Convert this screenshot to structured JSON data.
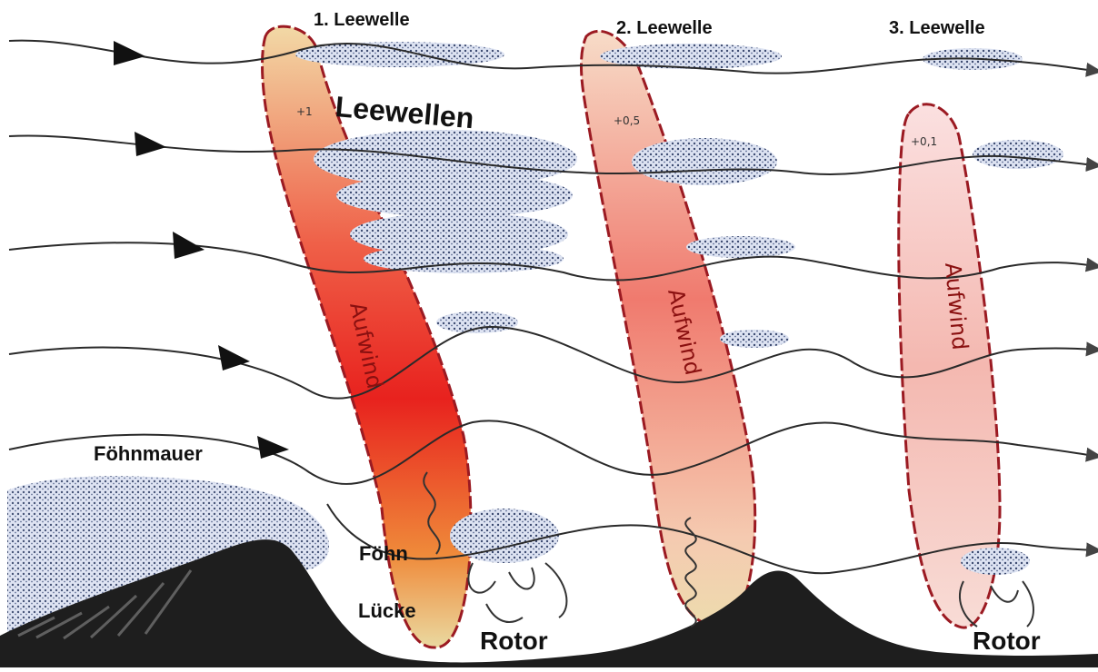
{
  "wave_labels": {
    "first": "1. Leewelle",
    "second": "2. Leewelle",
    "third": "3. Leewelle"
  },
  "title": "Leewellen",
  "updraft_labels": {
    "first": "Aufwind",
    "second": "Aufwind",
    "third": "Aufwind"
  },
  "climb_rates": {
    "first": "+1",
    "second": "+0,5",
    "third": "+0,1"
  },
  "foehn_wall_label": "Föhnmauer",
  "foehn_gap_label_1": "Föhn",
  "foehn_gap_label_2": "Lücke",
  "rotor_labels": {
    "first": "Rotor",
    "second": "Rotor"
  },
  "colors": {
    "updraft_strong": "#e8221e",
    "updraft_medium": "#f07a6e",
    "updraft_weak": "#f4b8b0",
    "updraft_outline": "#9b1a22",
    "cloud_dark": "#3c4a70",
    "cloud_light": "#dde3f2",
    "terrain": "#1e1e1e",
    "streamline": "#2a2a2a"
  }
}
